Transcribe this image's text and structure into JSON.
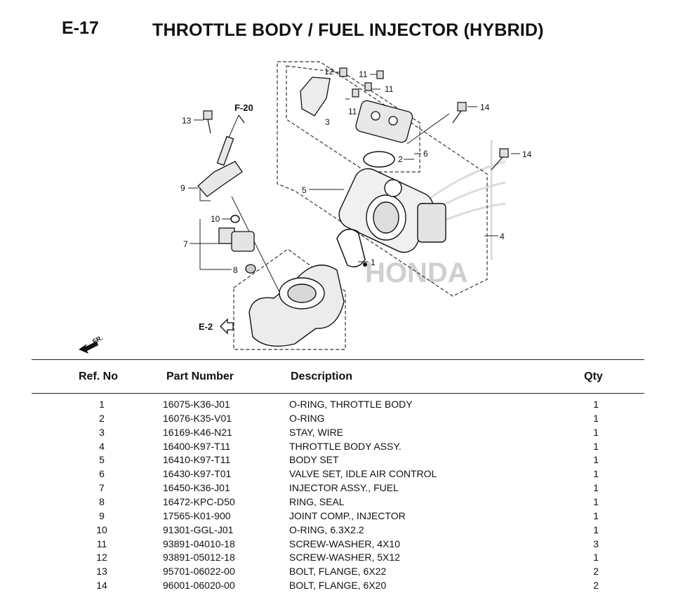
{
  "header": {
    "page_code": "E-17",
    "title": "THROTTLE BODY / FUEL INJECTOR (HYBRID)"
  },
  "diagram": {
    "ref_labels": [
      "12",
      "11",
      "11",
      "11",
      "3",
      "14",
      "14",
      "6",
      "2",
      "5",
      "4",
      "1",
      "13",
      "9",
      "10",
      "7",
      "8"
    ],
    "section_refs": [
      "F-20",
      "E-2"
    ],
    "front_marker": "FR.",
    "watermark": "HONDA"
  },
  "table": {
    "columns": [
      "Ref. No",
      "Part Number",
      "Description",
      "Qty"
    ],
    "rows": [
      {
        "ref": "1",
        "part": "16075-K36-J01",
        "desc": "O-RING, THROTTLE BODY",
        "qty": "1"
      },
      {
        "ref": "2",
        "part": "16076-K35-V01",
        "desc": "O-RING",
        "qty": "1"
      },
      {
        "ref": "3",
        "part": "16169-K46-N21",
        "desc": "STAY, WIRE",
        "qty": "1"
      },
      {
        "ref": "4",
        "part": "16400-K97-T11",
        "desc": "THROTTLE BODY ASSY.",
        "qty": "1"
      },
      {
        "ref": "5",
        "part": "16410-K97-T11",
        "desc": "BODY SET",
        "qty": "1"
      },
      {
        "ref": "6",
        "part": "16430-K97-T01",
        "desc": "VALVE SET, IDLE AIR CONTROL",
        "qty": "1"
      },
      {
        "ref": "7",
        "part": "16450-K36-J01",
        "desc": "INJECTOR ASSY., FUEL",
        "qty": "1"
      },
      {
        "ref": "8",
        "part": "16472-KPC-D50",
        "desc": "RING, SEAL",
        "qty": "1"
      },
      {
        "ref": "9",
        "part": "17565-K01-900",
        "desc": "JOINT COMP., INJECTOR",
        "qty": "1"
      },
      {
        "ref": "10",
        "part": "91301-GGL-J01",
        "desc": "O-RING, 6.3X2.2",
        "qty": "1"
      },
      {
        "ref": "11",
        "part": "93891-04010-18",
        "desc": "SCREW-WASHER, 4X10",
        "qty": "3"
      },
      {
        "ref": "12",
        "part": "93891-05012-18",
        "desc": "SCREW-WASHER, 5X12",
        "qty": "1"
      },
      {
        "ref": "13",
        "part": "95701-06022-00",
        "desc": "BOLT, FLANGE, 6X22",
        "qty": "2"
      },
      {
        "ref": "14",
        "part": "96001-06020-00",
        "desc": "BOLT, FLANGE, 6X20",
        "qty": "2"
      }
    ]
  }
}
